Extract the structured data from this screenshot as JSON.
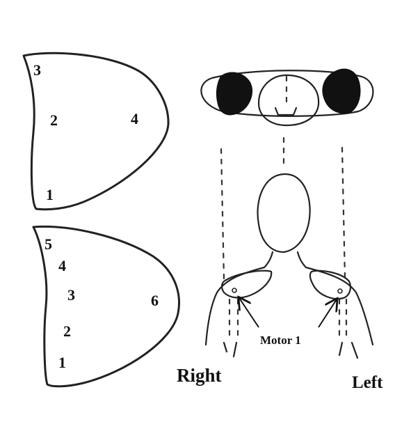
{
  "diagram": {
    "top_pad": {
      "numbers": [
        "3",
        "2",
        "4",
        "1"
      ]
    },
    "bottom_pad": {
      "numbers": [
        "5",
        "4",
        "3",
        "6",
        "2",
        "1"
      ]
    },
    "labels": {
      "motor": "Motor 1",
      "right": "Right",
      "left": "Left"
    },
    "colors": {
      "ink": "#222222",
      "fill_dark": "#111111",
      "background": "#ffffff"
    }
  }
}
